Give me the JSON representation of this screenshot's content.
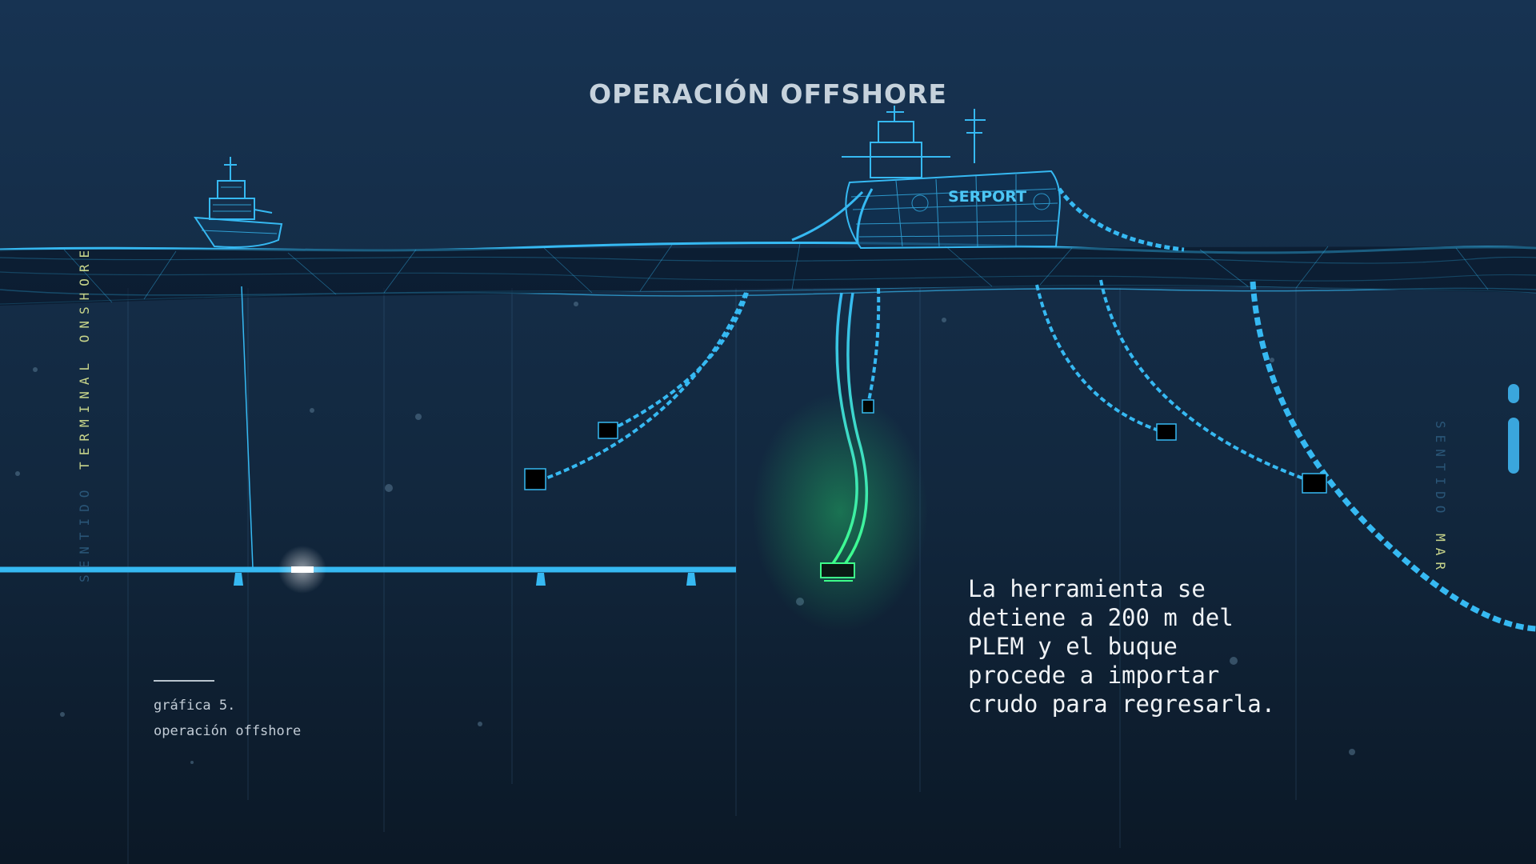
{
  "header": {
    "title": "OPERACIÓN OFFSHORE"
  },
  "side_left": {
    "prefix": "SENTIDO ",
    "highlight": "TERMINAL ONSHORE"
  },
  "side_right": {
    "prefix": "SENTIDO ",
    "highlight": "MAR"
  },
  "vessel": {
    "hull_label": "SERPORT"
  },
  "caption": {
    "line1": "gráfica 5.",
    "line2": "operación offshore"
  },
  "description": {
    "text": "La herramienta se\ndetiene a 200 m del\nPLEM y el buque\nprocede a importar\ncrudo para regresarla."
  },
  "colors": {
    "background_top": "#163152",
    "background_bottom": "#0c1a2a",
    "wireframe": "#36b9f2",
    "highlight_green": "#3dff8a",
    "label_yellow": "#c7d48a"
  },
  "icons": {
    "tugboat": "tugboat-icon",
    "tanker": "tanker-ship-icon",
    "buoy": "mooring-buoy-icon",
    "plem": "plem-manifold-icon"
  }
}
